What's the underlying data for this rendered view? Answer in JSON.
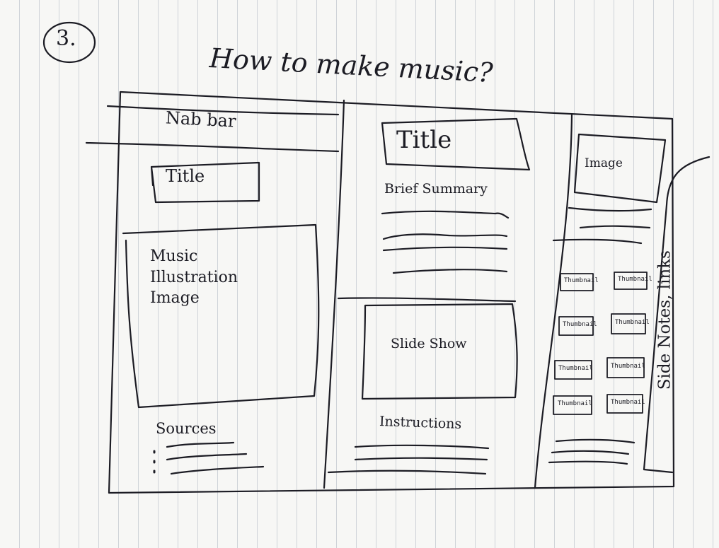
{
  "header": {
    "page_number": "3.",
    "title": "How to make music?"
  },
  "left_column": {
    "nav_bar": "Nab bar",
    "title_box": "Title",
    "illustration_box": "Music Illustration Image",
    "sources": "Sources"
  },
  "center_column": {
    "title_box": "Title",
    "summary": "Brief Summary",
    "slideshow": "Slide Show",
    "instructions": "Instructions"
  },
  "right_column": {
    "image_box": "Image",
    "thumbnails": [
      "Thumbnail",
      "Thumbnail",
      "Thumbnail",
      "Thumbnail",
      "Thumbnail",
      "Thumbnail",
      "Thumbnail",
      "Thumbnail"
    ],
    "side_panel": "Side Notes, links"
  },
  "colors": {
    "ink": "#1c1c24",
    "paper": "#f7f7f5",
    "ruled_line": "#cfd3d8"
  }
}
